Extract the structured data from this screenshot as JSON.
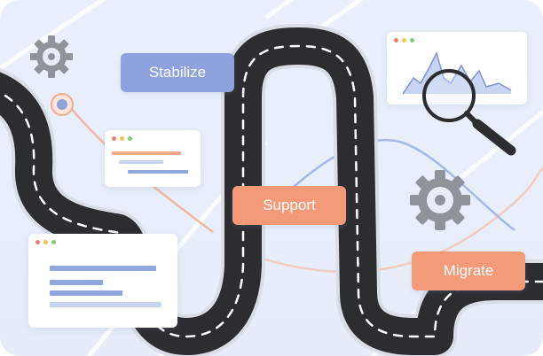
{
  "labels": {
    "stabilize": "Stabilize",
    "support": "Support",
    "migrate": "Migrate"
  },
  "colors": {
    "road": "#2b2d31",
    "road_edge": "#d6dbe4",
    "road_dash": "#ffffff",
    "pill_blue": "#8ea3dd",
    "pill_orange": "#f59a78",
    "dot_red": "#f17c6a",
    "dot_yellow": "#f4c64f",
    "dot_green": "#7fcf7a",
    "bar_blue": "#8fa6df",
    "bar_orange": "#f4a98a",
    "gear": "#8f949b"
  },
  "icons": [
    "gear-icon",
    "gear-icon",
    "magnifier-icon",
    "location-pin-icon",
    "window-dots-icon"
  ]
}
